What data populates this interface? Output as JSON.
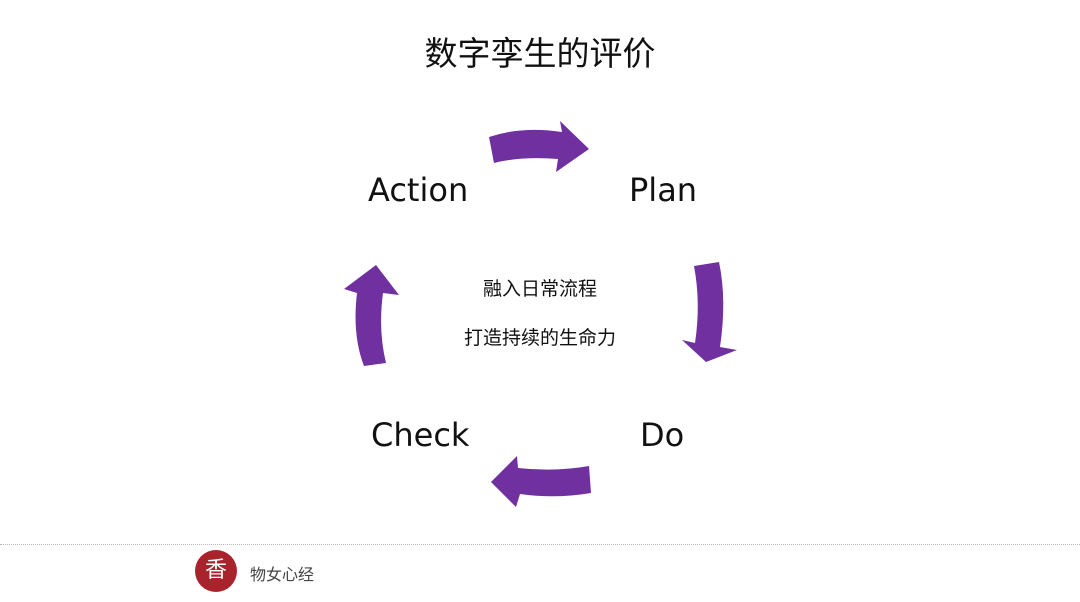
{
  "slide": {
    "title": "数字孪生的评价"
  },
  "cycle": {
    "stages": [
      "Plan",
      "Do",
      "Check",
      "Action"
    ],
    "center_lines": [
      "融入日常流程",
      "打造持续的生命力"
    ],
    "arrow_color": "#7030a0"
  },
  "footer": {
    "logo_glyph": "香",
    "brand": "物女心经",
    "logo_color": "#a8232c"
  }
}
